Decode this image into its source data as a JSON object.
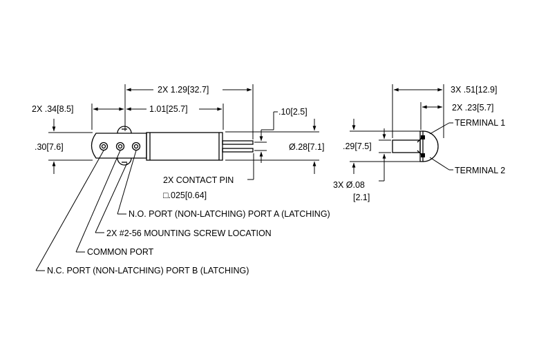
{
  "dimensions": {
    "overall_length": "2X 1.29[32.7]",
    "body_length": "1.01[25.7]",
    "port_offset": "2X .34[8.5]",
    "pin_spacing": ".10[2.5]",
    "body_height": ".30[7.6]",
    "body_diameter": "Ø.28[7.1]",
    "end_depth": "3X .51[12.9]",
    "end_offset": "2X .23[5.7]",
    "end_height": ".29[7.5]",
    "terminal_diameter": "3X Ø.08",
    "terminal_diameter_metric": "[2.1]"
  },
  "labels": {
    "terminal1": "TERMINAL 1",
    "terminal2": "TERMINAL 2",
    "contact_pin": "2X CONTACT PIN",
    "contact_pin_size": "□.025[0.64]",
    "no_port": "N.O. PORT (NON-LATCHING) PORT A (LATCHING)",
    "mount_screw": "2X #2-56 MOUNTING SCREW LOCATION",
    "common_port": "COMMON PORT",
    "nc_port": "N.C. PORT (NON-LATCHING) PORT B (LATCHING)"
  }
}
